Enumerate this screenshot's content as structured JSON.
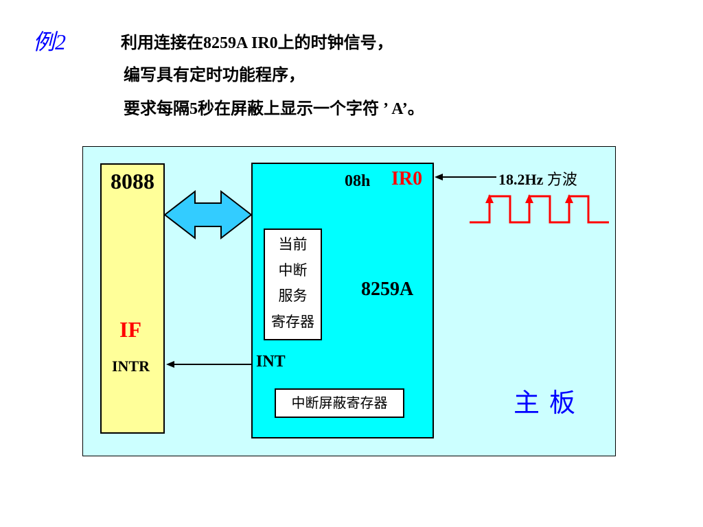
{
  "example_label": "例2",
  "problem": {
    "line1": "利用连接在8259A IR0上的时钟信号，",
    "line2": "编写具有定时功能程序，",
    "line3": "要求每隔5秒在屏蔽上显示一个字符 ’ A’。"
  },
  "diagram": {
    "cpu_label": "8088",
    "if_label": "IF",
    "intr_label": "INTR",
    "pic_vector": "08h",
    "ir0_label": "IR0",
    "pic_name": "8259A",
    "isr_lines": [
      "当前",
      "中断",
      "服务",
      "寄存器"
    ],
    "int_label": "INT",
    "imr_label": "中断屏蔽寄存器",
    "clock_freq": "18.2Hz",
    "clock_type": "方波",
    "board_label": "主板",
    "colors": {
      "board_fill": "#ccffff",
      "cpu_fill": "#ffff99",
      "pic_fill": "#00ffff",
      "bus_arrow": "#33ccff",
      "square_wave": "#ff0000",
      "highlight_red": "#ff0000",
      "highlight_blue": "#0000ff"
    }
  }
}
